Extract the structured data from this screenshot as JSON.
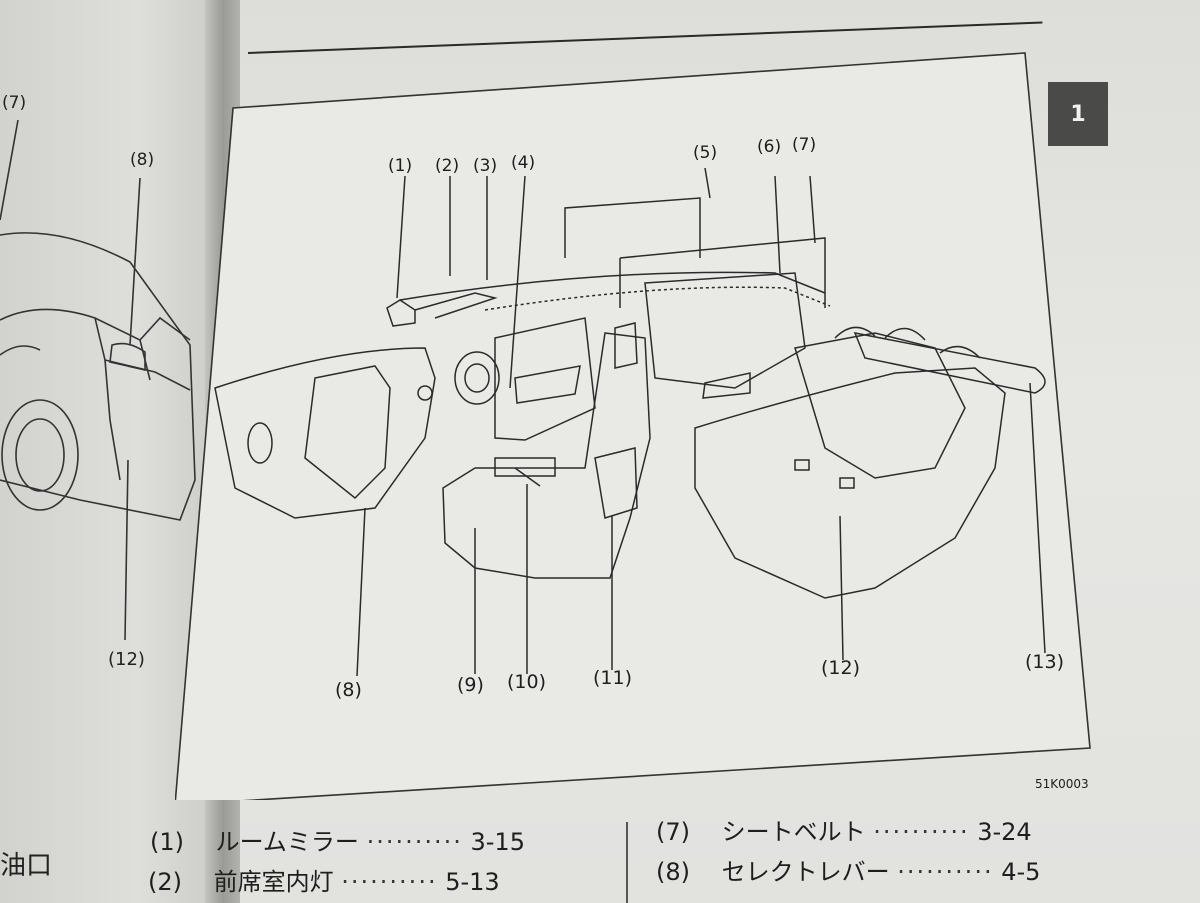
{
  "chapter": "1",
  "figure_code": "51K0003",
  "callouts": {
    "c1": "(1)",
    "c2": "(2)",
    "c3": "(3)",
    "c4": "(4)",
    "c5": "(5)",
    "c6": "(6)",
    "c7": "(7)",
    "c8": "(8)",
    "c9": "(9)",
    "c10": "(10)",
    "c11": "(11)",
    "c12": "(12)",
    "c13": "(13)"
  },
  "left_page": {
    "callout_7": "(7)",
    "callout_8": "(8)",
    "callout_12": "(12)",
    "text_fragment": "油口"
  },
  "legend": {
    "left": [
      {
        "num": "(1)",
        "label": "ルームミラー",
        "dots": "··········",
        "page": "3-15"
      },
      {
        "num": "(2)",
        "label": "前席室内灯",
        "dots": "··········",
        "page": "5-13"
      }
    ],
    "right": [
      {
        "num": "(7)",
        "label": "シートベルト",
        "dots": "··········",
        "page": "3-24"
      },
      {
        "num": "(8)",
        "label": "セレクトレバー",
        "dots": "··········",
        "page": "4-5"
      }
    ]
  }
}
